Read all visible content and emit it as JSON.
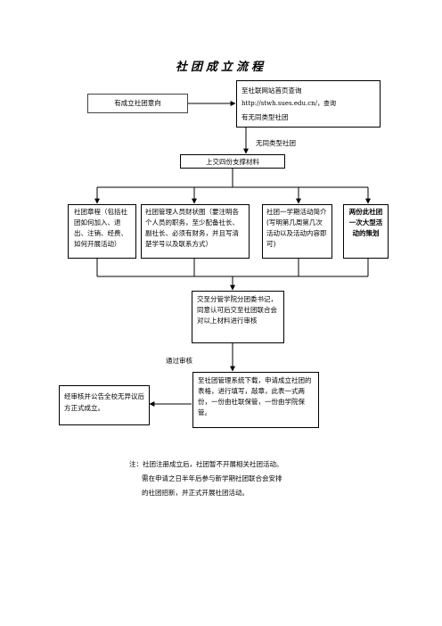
{
  "title": "社团成立流程",
  "boxes": {
    "intent": "有成立社团意向",
    "check_site_line1": "至社联网站首页查询",
    "check_site_line2": "http://stwh.sues.edu.cn/，查询",
    "check_site_line3": "有无同类型社团",
    "submit_four": "上交四份支撑材料",
    "mat1": "社团章程（包括社团如何加入、退出、注销、经费、如何开展活动）",
    "mat2": "社团管理人员财状图（要注明各个人员的职务，至少配备社长、副社长、必须有财务，并且写清楚学号以及联系方式）",
    "mat3": "社团一学期活动简介(写明第几周第几次活动以及活动内容即可)",
    "mat4": "两份此社团一次大型活动的策划",
    "committee": "交至分管学院分团委书记，同意认可后交至社团联合会对以上材料进行审核",
    "download": "至社团管理系统下载，申请成立社团的表格，进行填写，敲章，此表一式两份，一份由社联保管，一份由学院保管。",
    "approve": "经审核并公告全校无异议后方正式成立。"
  },
  "labels": {
    "no_same_type": "无同类型社团",
    "passed": "通过审核"
  },
  "note": {
    "line1": "注：社团注册成立后，社团暂不开展相关社团活动。",
    "line2": "需在申请之日半年后参与新学期社团联合会安排",
    "line3": "的社团招新，并正式开展社团活动。"
  }
}
